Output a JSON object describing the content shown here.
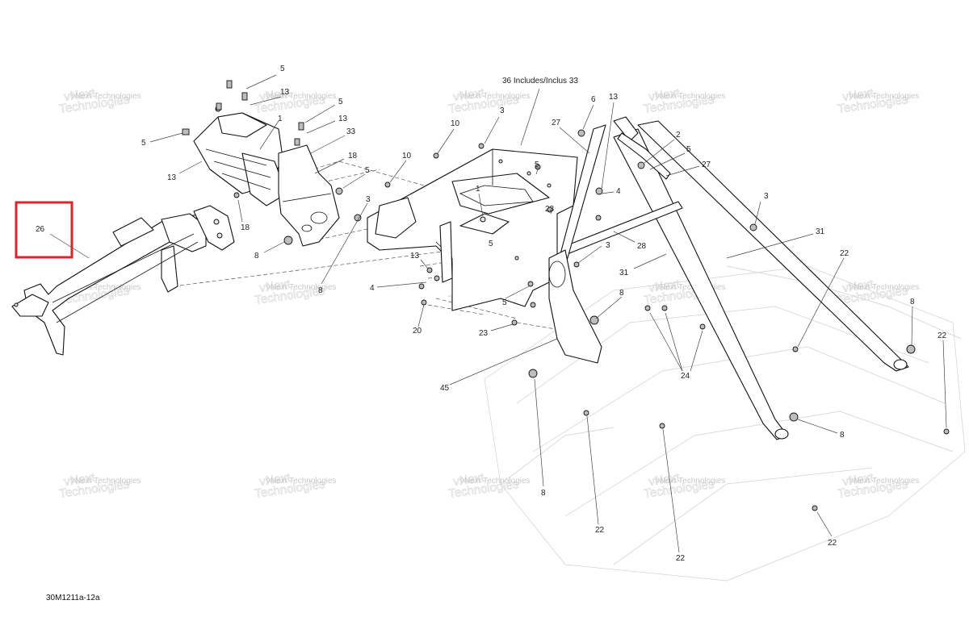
{
  "diagram": {
    "figure_code": "30M1211a-12a",
    "watermark_text": "vNext Technologies",
    "highlight_color": "#d9262b",
    "callouts": [
      {
        "id": "c5a",
        "text": "5"
      },
      {
        "id": "c13a",
        "text": "13"
      },
      {
        "id": "c5b",
        "text": "5"
      },
      {
        "id": "c13b",
        "text": "13"
      },
      {
        "id": "c1a",
        "text": "1"
      },
      {
        "id": "c33",
        "text": "33"
      },
      {
        "id": "c5c",
        "text": "5"
      },
      {
        "id": "c13c",
        "text": "13"
      },
      {
        "id": "c18a",
        "text": "18"
      },
      {
        "id": "c5d",
        "text": "5"
      },
      {
        "id": "c18b",
        "text": "18"
      },
      {
        "id": "c8a",
        "text": "8"
      },
      {
        "id": "c3a",
        "text": "3"
      },
      {
        "id": "c8b",
        "text": "8"
      },
      {
        "id": "c26",
        "text": "26"
      },
      {
        "id": "c36",
        "text": "36 Includes/Inclus 33"
      },
      {
        "id": "c3b",
        "text": "3"
      },
      {
        "id": "c10a",
        "text": "10"
      },
      {
        "id": "c10b",
        "text": "10"
      },
      {
        "id": "c6",
        "text": "6"
      },
      {
        "id": "c13d",
        "text": "13"
      },
      {
        "id": "c27a",
        "text": "27"
      },
      {
        "id": "c2",
        "text": "2"
      },
      {
        "id": "c5e",
        "text": "5"
      },
      {
        "id": "c27b",
        "text": "27"
      },
      {
        "id": "c5f",
        "text": "5"
      },
      {
        "id": "c1b",
        "text": "1"
      },
      {
        "id": "c4a",
        "text": "4"
      },
      {
        "id": "c23a",
        "text": "23"
      },
      {
        "id": "c5g",
        "text": "5"
      },
      {
        "id": "c3c",
        "text": "3"
      },
      {
        "id": "c28",
        "text": "28"
      },
      {
        "id": "c3d",
        "text": "3"
      },
      {
        "id": "c31a",
        "text": "31"
      },
      {
        "id": "c31b",
        "text": "31"
      },
      {
        "id": "c13e",
        "text": "13"
      },
      {
        "id": "c4b",
        "text": "4"
      },
      {
        "id": "c5h",
        "text": "5"
      },
      {
        "id": "c8c",
        "text": "8"
      },
      {
        "id": "c20",
        "text": "20"
      },
      {
        "id": "c23b",
        "text": "23"
      },
      {
        "id": "c22a",
        "text": "22"
      },
      {
        "id": "c8d",
        "text": "8"
      },
      {
        "id": "c22b",
        "text": "22"
      },
      {
        "id": "c24",
        "text": "24"
      },
      {
        "id": "c45",
        "text": "45"
      },
      {
        "id": "c8e",
        "text": "8"
      },
      {
        "id": "c8f",
        "text": "8"
      },
      {
        "id": "c22c",
        "text": "22"
      },
      {
        "id": "c22d",
        "text": "22"
      },
      {
        "id": "c22e",
        "text": "22"
      }
    ]
  }
}
